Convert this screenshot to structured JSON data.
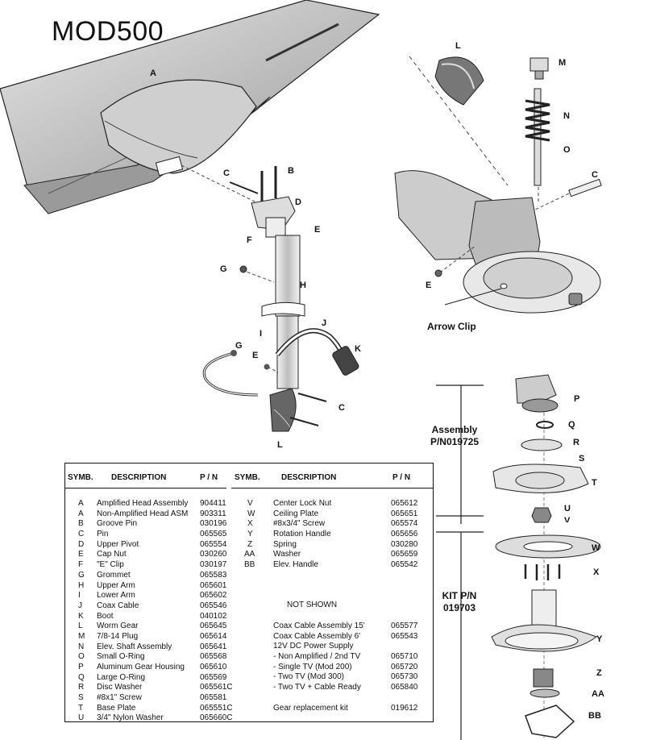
{
  "title": "MOD500",
  "labels": {
    "A": "A",
    "B": "B",
    "C": "C",
    "D": "D",
    "E": "E",
    "F": "F",
    "G": "G",
    "H": "H",
    "I": "I",
    "J": "J",
    "K": "K",
    "L": "L",
    "M": "M",
    "N": "N",
    "O": "O",
    "P": "P",
    "Q": "Q",
    "R": "R",
    "S": "S",
    "T": "T",
    "U": "U",
    "V": "V",
    "W": "W",
    "X": "X",
    "Y": "Y",
    "Z": "Z",
    "AA": "AA",
    "BB": "BB"
  },
  "callouts": {
    "arrow_clip": "Arrow Clip",
    "assembly_line1": "Assembly",
    "assembly_line2": "P/N019725",
    "kit_line1": "KIT P/N",
    "kit_line2": "019703"
  },
  "table": {
    "headers": {
      "symb": "SYMB.",
      "description": "DESCRIPTION",
      "pn": "P / N"
    },
    "left_rows": [
      {
        "symb": "A",
        "desc": "Amplified Head Assembly",
        "pn": "904411"
      },
      {
        "symb": "A",
        "desc": "Non-Amplified Head ASM",
        "pn": "903311"
      },
      {
        "symb": "B",
        "desc": "Groove Pin",
        "pn": "030196"
      },
      {
        "symb": "C",
        "desc": "Pin",
        "pn": "065565"
      },
      {
        "symb": "D",
        "desc": "Upper Pivot",
        "pn": "065554"
      },
      {
        "symb": "E",
        "desc": "Cap Nut",
        "pn": "030260"
      },
      {
        "symb": "F",
        "desc": "\"E\" Clip",
        "pn": "030197"
      },
      {
        "symb": "G",
        "desc": "Grommet",
        "pn": "065583"
      },
      {
        "symb": "H",
        "desc": "Upper Arm",
        "pn": "065601"
      },
      {
        "symb": "I",
        "desc": "Lower Arm",
        "pn": "065602"
      },
      {
        "symb": "J",
        "desc": "Coax Cable",
        "pn": "065546"
      },
      {
        "symb": "K",
        "desc": "Boot",
        "pn": "040102"
      },
      {
        "symb": "L",
        "desc": "Worm Gear",
        "pn": "065645"
      },
      {
        "symb": "M",
        "desc": "7/8-14 Plug",
        "pn": "065614"
      },
      {
        "symb": "N",
        "desc": "Elev. Shaft Assembly",
        "pn": "065641"
      },
      {
        "symb": "O",
        "desc": "Small O-Ring",
        "pn": "065568"
      },
      {
        "symb": "P",
        "desc": "Aluminum Gear Housing",
        "pn": "065610"
      },
      {
        "symb": "Q",
        "desc": "Large O-Ring",
        "pn": "065569"
      },
      {
        "symb": "R",
        "desc": "Disc Washer",
        "pn": "065561C"
      },
      {
        "symb": "S",
        "desc": "#8x1\" Screw",
        "pn": "065581"
      },
      {
        "symb": "T",
        "desc": "Base Plate",
        "pn": "065551C"
      },
      {
        "symb": "U",
        "desc": "3/4\" Nylon Washer",
        "pn": "065660C"
      }
    ],
    "right_rows": [
      {
        "symb": "V",
        "desc": "Center Lock Nut",
        "pn": "065612"
      },
      {
        "symb": "W",
        "desc": "Ceiling Plate",
        "pn": "065651"
      },
      {
        "symb": "X",
        "desc": "#8x3/4\" Screw",
        "pn": "065574"
      },
      {
        "symb": "Y",
        "desc": "Rotation Handle",
        "pn": "065656"
      },
      {
        "symb": "Z",
        "desc": "Spring",
        "pn": "030280"
      },
      {
        "symb": "AA",
        "desc": "Washer",
        "pn": "065659"
      },
      {
        "symb": "BB",
        "desc": "Elev. Handle",
        "pn": "065542"
      }
    ],
    "not_shown_title": "NOT  SHOWN",
    "not_shown_rows": [
      {
        "desc": "Coax Cable Assembly 15'",
        "pn": "065577"
      },
      {
        "desc": "Coax Cable Assembly 6'",
        "pn": "065543"
      },
      {
        "desc": "12V DC Power Supply",
        "pn": ""
      },
      {
        "desc": " - Non Amplified / 2nd TV",
        "pn": "065710"
      },
      {
        "desc": " - Single TV (Mod 200)",
        "pn": "065720"
      },
      {
        "desc": " - Two TV (Mod 300)",
        "pn": "065730"
      },
      {
        "desc": " -  Two TV + Cable Ready",
        "pn": "065840"
      },
      {
        "desc": "",
        "pn": ""
      },
      {
        "desc": "Gear replacement kit",
        "pn": "019612"
      }
    ]
  }
}
